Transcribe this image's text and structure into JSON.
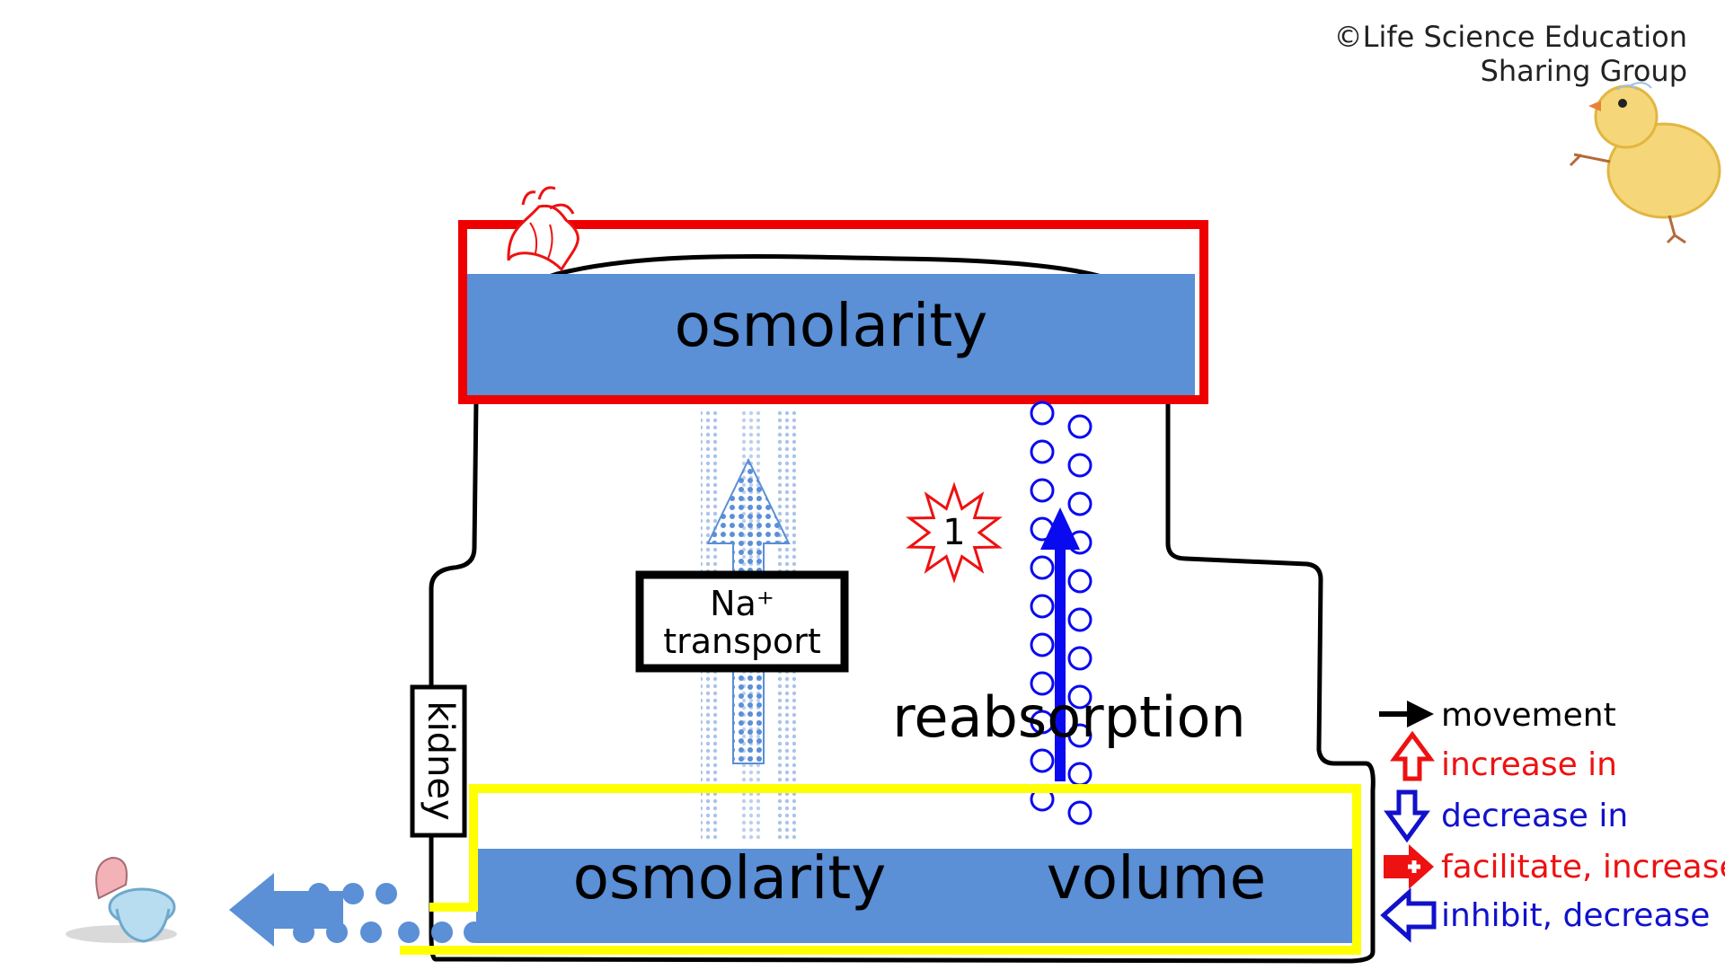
{
  "copyright": {
    "line1": "©Life Science Education",
    "line2": "Sharing Group"
  },
  "labels": {
    "top_osmolarity": "osmolarity",
    "bottom_osmolarity": "osmolarity",
    "bottom_volume": "volume",
    "kidney": "kidney",
    "na_line1": "Na⁺",
    "na_line2": "transport",
    "reabsorption": "reabsorption",
    "step_badge": "1"
  },
  "legend": [
    {
      "icon": "black-arrow-right-icon",
      "label": "movement",
      "color": "#000000"
    },
    {
      "icon": "red-hollow-up-arrow-icon",
      "label": "increase in",
      "color": "#ee1111"
    },
    {
      "icon": "blue-hollow-down-arrow-icon",
      "label": "decrease in",
      "color": "#1111cc"
    },
    {
      "icon": "red-plus-arrow-icon",
      "label": "facilitate, increase",
      "color": "#ee1111"
    },
    {
      "icon": "blue-left-arrow-icon",
      "label": "inhibit, decrease",
      "color": "#1111cc"
    }
  ],
  "colors": {
    "fluid_blue": "#5b8fd6",
    "heart_box_red": "#ee0000",
    "kidney_box_yellow": "#ffff00",
    "reabsorption_blue": "#0a0af0",
    "step_red": "#ee1111"
  },
  "icons": [
    "heart-icon",
    "chick-icon",
    "toilet-icon"
  ]
}
